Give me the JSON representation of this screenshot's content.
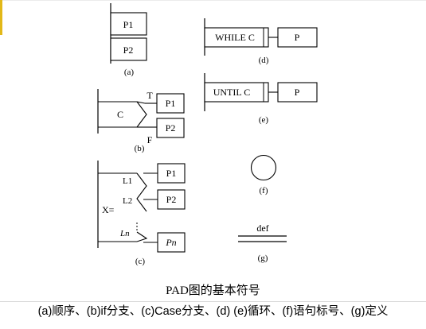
{
  "sequence": {
    "blocks": [
      "P1",
      "P2"
    ],
    "caption": "(a)"
  },
  "if_branch": {
    "condition": "C",
    "true_label": "T",
    "false_label": "F",
    "blocks": [
      "P1",
      "P2"
    ],
    "caption": "(b)"
  },
  "case_branch": {
    "selector": "X=",
    "labels": [
      "L1",
      "L2",
      "Ln"
    ],
    "blocks": [
      "P1",
      "P2",
      "Pn"
    ],
    "caption": "(c)"
  },
  "while_loop": {
    "condition": "WHILE  C",
    "body": "P",
    "caption": "(d)"
  },
  "until_loop": {
    "condition": "UNTIL  C",
    "body": "P",
    "caption": "(e)"
  },
  "statement_label": {
    "caption": "(f)"
  },
  "definition": {
    "label": "def",
    "caption": "(g)"
  },
  "figure": {
    "title": "PAD图的基本符号",
    "subtitle": "(a)顺序、(b)if分支、(c)Case分支、(d) (e)循环、(f)语句标号、(g)定义"
  }
}
